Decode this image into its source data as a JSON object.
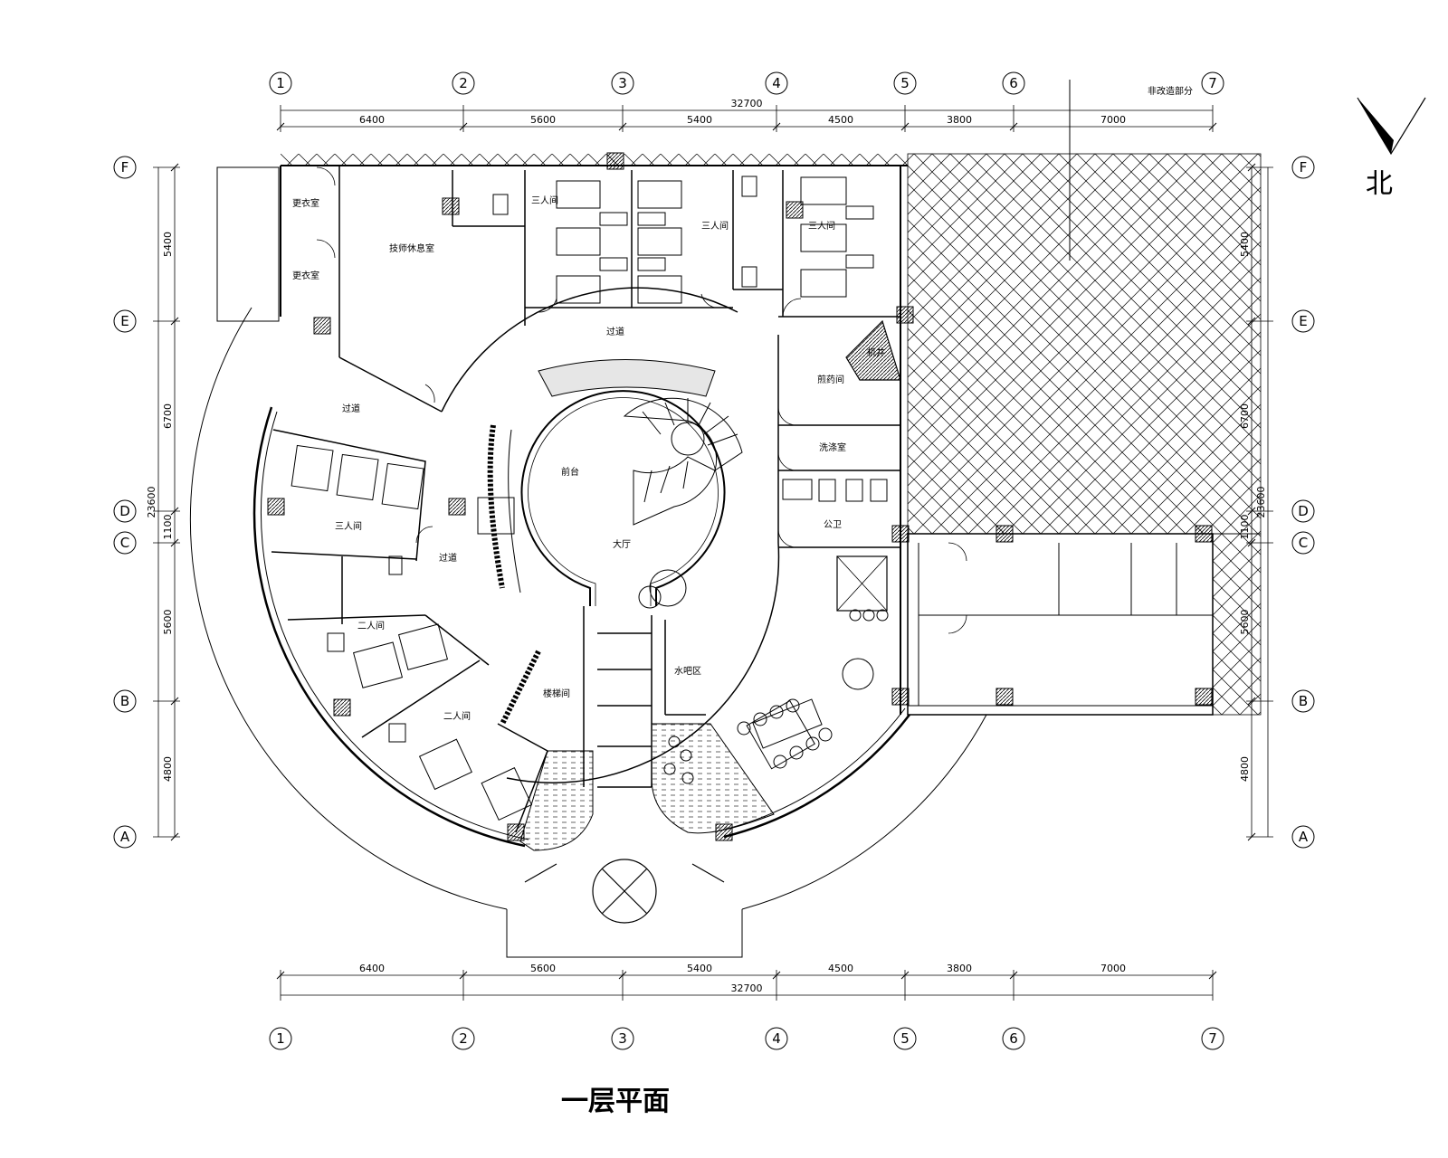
{
  "title": "一层平面",
  "note": "非改造部分",
  "north_label": "北",
  "columns": [
    "1",
    "2",
    "3",
    "4",
    "5",
    "6",
    "7"
  ],
  "rows": [
    "F",
    "E",
    "D",
    "C",
    "B",
    "A"
  ],
  "dims_top": {
    "total": "32700",
    "segments": [
      "6400",
      "5600",
      "5400",
      "4500",
      "3800",
      "7000"
    ]
  },
  "dims_bottom": {
    "total": "32700",
    "segments": [
      "6400",
      "5600",
      "5400",
      "4500",
      "3800",
      "7000"
    ]
  },
  "dims_left": {
    "total": "23600",
    "segments": [
      "5400",
      "6700",
      "1100",
      "5600",
      "4800"
    ]
  },
  "dims_right": {
    "total": "23600",
    "segments": [
      "5400",
      "6700",
      "1100",
      "5600",
      "4800"
    ]
  },
  "rooms": [
    {
      "id": "changing-1",
      "label": "更衣室"
    },
    {
      "id": "changing-2",
      "label": "更衣室"
    },
    {
      "id": "staff-rest",
      "label": "技师休息室"
    },
    {
      "id": "triple-1",
      "label": "三人间"
    },
    {
      "id": "triple-2",
      "label": "三人间"
    },
    {
      "id": "triple-3",
      "label": "三人间"
    },
    {
      "id": "corridor-top",
      "label": "过道"
    },
    {
      "id": "corridor-left",
      "label": "过道"
    },
    {
      "id": "corridor-mid",
      "label": "过道"
    },
    {
      "id": "triple-left",
      "label": "三人间"
    },
    {
      "id": "double-left",
      "label": "二人间"
    },
    {
      "id": "double-bottom",
      "label": "二人间"
    },
    {
      "id": "lounge",
      "label": "前台"
    },
    {
      "id": "hall",
      "label": "大厅"
    },
    {
      "id": "stair-room",
      "label": "楼梯间"
    },
    {
      "id": "bar",
      "label": "水吧区"
    },
    {
      "id": "herb-room",
      "label": "煎药间"
    },
    {
      "id": "laundry",
      "label": "洗涤室"
    },
    {
      "id": "public-wc",
      "label": "公卫"
    },
    {
      "id": "shaft",
      "label": "机井"
    }
  ]
}
